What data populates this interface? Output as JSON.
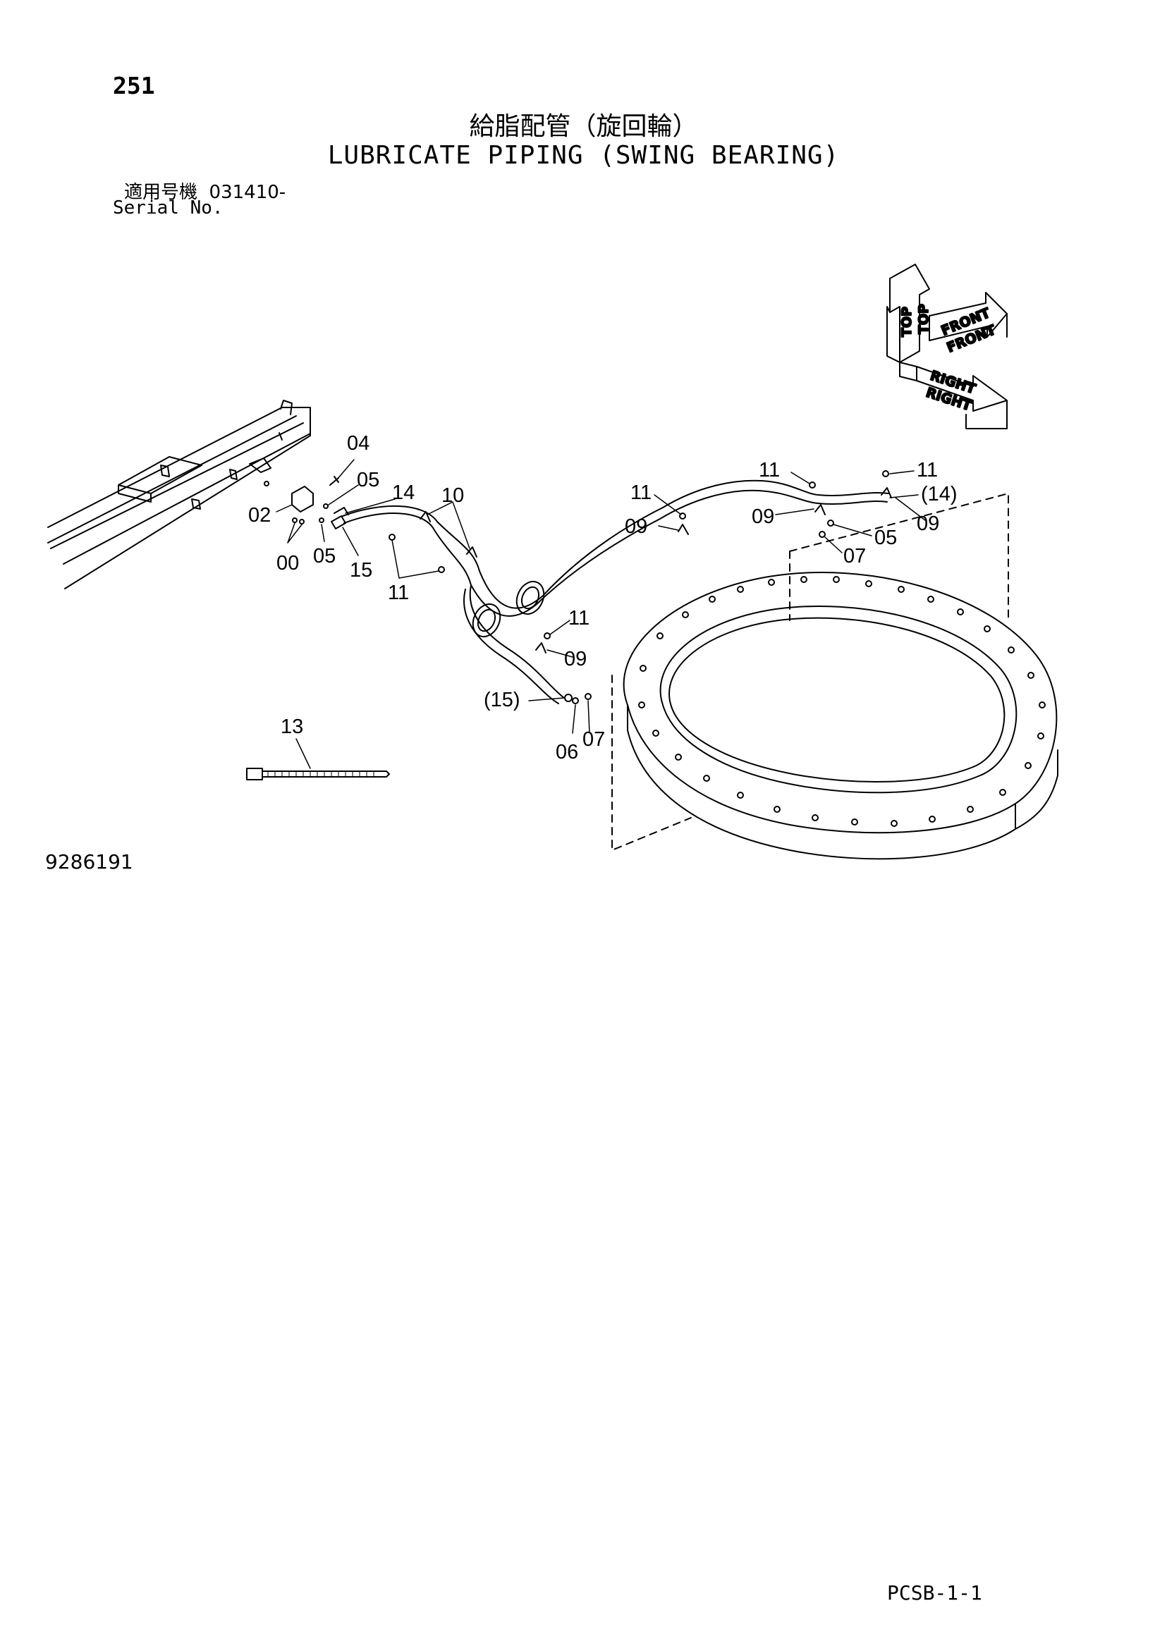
{
  "page_number": "251",
  "title": {
    "japanese": "給脂配管（旋回輪）",
    "english": "LUBRICATE PIPING (SWING BEARING)"
  },
  "serial": {
    "label_jp": "適用号機",
    "value": "031410-",
    "label_en": "Serial No."
  },
  "orientation_indicator": {
    "labels": [
      "TOP",
      "TOP",
      "FRONT",
      "FRONT",
      "RIGHT",
      "RIGHT"
    ]
  },
  "callouts": {
    "c04": "04",
    "c05a": "05",
    "c14": "14",
    "c10": "10",
    "c02": "02",
    "c00": "00",
    "c05b": "05",
    "c15": "15",
    "c11a": "11",
    "c11b": "11",
    "c09a": "09",
    "c11c": "11",
    "c09b": "09",
    "c11d": "11",
    "c14p": "(14)",
    "c09c": "09",
    "c05c": "05",
    "c07a": "07",
    "c11e": "11",
    "c09d": "09",
    "c15p": "(15)",
    "c06": "06",
    "c07b": "07",
    "c13": "13"
  },
  "drawing_number": "9286191",
  "sheet_code": "PCSB-1-1"
}
